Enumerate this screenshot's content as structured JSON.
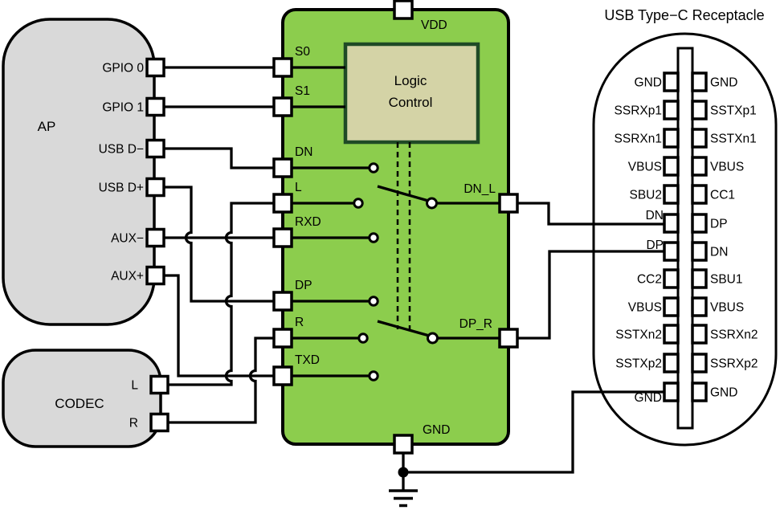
{
  "ap": {
    "label": "AP",
    "pins": [
      "GPIO 0",
      "GPIO 1",
      "USB D−",
      "USB D+",
      "AUX−",
      "AUX+"
    ]
  },
  "codec": {
    "label": "CODEC",
    "pins": [
      "L",
      "R"
    ]
  },
  "mux": {
    "logic": [
      "Logic",
      "Control"
    ],
    "vdd": "VDD",
    "gnd": "GND",
    "inputs": [
      "S0",
      "S1",
      "DN",
      "L",
      "RXD",
      "DP",
      "R",
      "TXD"
    ],
    "outputs": [
      "DN_L",
      "DP_R"
    ]
  },
  "receptacle": {
    "title": "USB Type−C Receptacle",
    "rows": [
      {
        "left": "GND",
        "right": "GND"
      },
      {
        "left": "SSRXp1",
        "right": "SSTXp1"
      },
      {
        "left": "SSRXn1",
        "right": "SSTXn1"
      },
      {
        "left": "VBUS",
        "right": "VBUS"
      },
      {
        "left": "SBU2",
        "right": "CC1"
      },
      {
        "left": "DN",
        "right": "DP"
      },
      {
        "left": "DP",
        "right": "DN"
      },
      {
        "left": "CC2",
        "right": "SBU1"
      },
      {
        "left": "VBUS",
        "right": "VBUS"
      },
      {
        "left": "SSTXn2",
        "right": "SSRXn2"
      },
      {
        "left": "SSTXp2",
        "right": "SSRXp2"
      },
      {
        "left": "GND",
        "right": "GND"
      }
    ]
  },
  "colors": {
    "block_gray": "#d9d9d9",
    "switch_green": "#8ccd4d",
    "logic_tan": "#d4d3a6",
    "logic_border": "#1f4a26"
  }
}
